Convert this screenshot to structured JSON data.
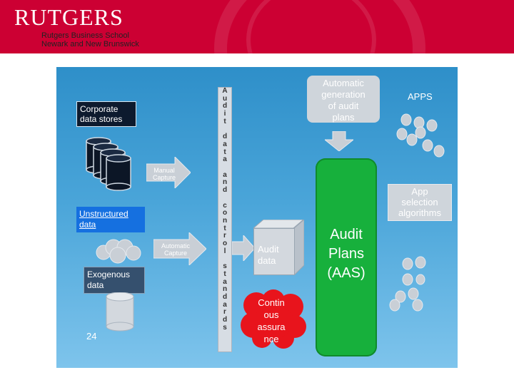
{
  "header": {
    "logo": "RUTGERS",
    "subtitle_line1": "Rutgers Business School",
    "subtitle_line2": "Newark and New Brunswick"
  },
  "diagram": {
    "corporate_data_stores": [
      "Corporate",
      "data stores"
    ],
    "unstructured_data": [
      "Unstructured",
      "data"
    ],
    "exogenous_data": [
      "Exogenous",
      "data"
    ],
    "manual_capture": [
      "Manual",
      "Capture"
    ],
    "automatic_capture": [
      "Automatic",
      "Capture"
    ],
    "vertical_bar": [
      "A",
      "u",
      "d",
      "i",
      "t",
      "",
      "d",
      "a",
      "t",
      "a",
      "",
      "a",
      "n",
      "d",
      "",
      "c",
      "o",
      "n",
      "t",
      "r",
      "o",
      "l",
      "",
      "s",
      "t",
      "a",
      "n",
      "d",
      "a",
      "r",
      "d",
      "s"
    ],
    "audit_data": [
      "Audit",
      "data"
    ],
    "continuous_assurance": [
      "Contin",
      "ous",
      "assura",
      "nce"
    ],
    "automatic_generation": [
      "Automatic",
      "generation",
      "of audit",
      "plans"
    ],
    "audit_plans": [
      "Audit",
      "Plans",
      "(AAS)"
    ],
    "apps": "APPS",
    "app_selection": [
      "App",
      "selection",
      "algorithms"
    ],
    "page_number": "24"
  },
  "colors": {
    "banner": "#cc0033",
    "background_top": "#2e8fc9",
    "audit_plans_green": "#17b03c",
    "continuous_assurance_red": "#e8141c",
    "gray_shape": "#cfd5db"
  }
}
